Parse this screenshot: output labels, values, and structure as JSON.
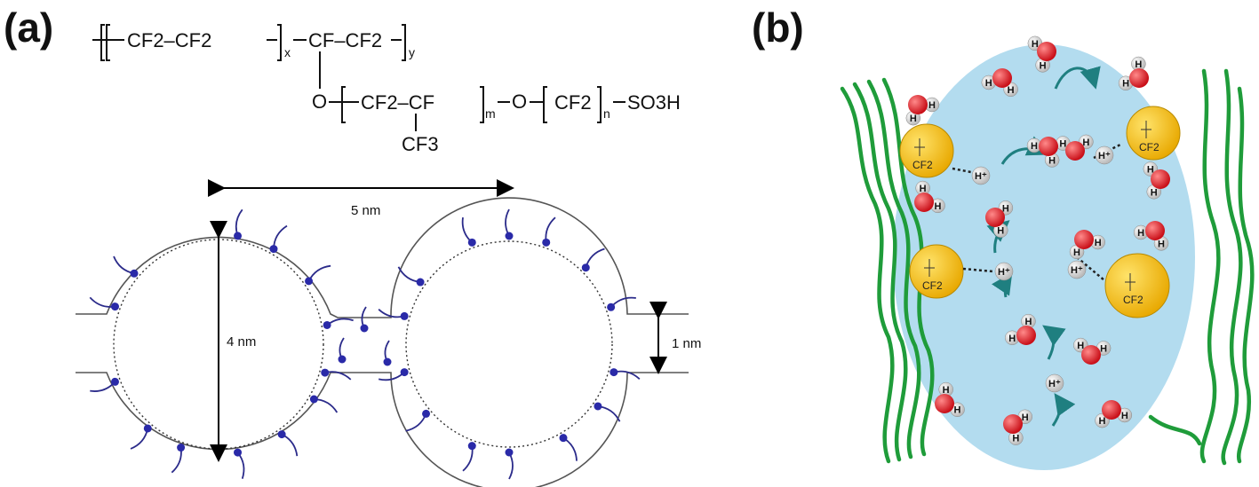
{
  "panel_a": {
    "label": "(a)",
    "formula": {
      "backbone_unit_1": "CF2–CF2",
      "backbone_unit_1_sub": "x",
      "backbone_unit_2": "CF–CF2",
      "backbone_unit_2_sub": "y",
      "side_chain_o1": "O",
      "side_unit_1": "CF2–CF",
      "side_unit_1_sub": "m",
      "side_chain_o2": "O",
      "side_unit_2": "CF2",
      "side_unit_2_sub": "n",
      "terminal_group": "SO3H",
      "pendant_group": "CF3"
    },
    "dimension_spacing": "5 nm",
    "dimension_cluster": "4 nm",
    "dimension_channel": "1 nm"
  },
  "panel_b": {
    "label": "(b)",
    "proton_label": "H⁺",
    "sulfonate_label": "CF2",
    "colors": {
      "water_cluster": "#b3dcef",
      "polymer_chain": "#1f9c3a",
      "sulfonate": "#f2b800",
      "oxygen": "#d6141c",
      "hydrogen": "#e6e6e6",
      "arrow": "#1f7f80"
    }
  }
}
